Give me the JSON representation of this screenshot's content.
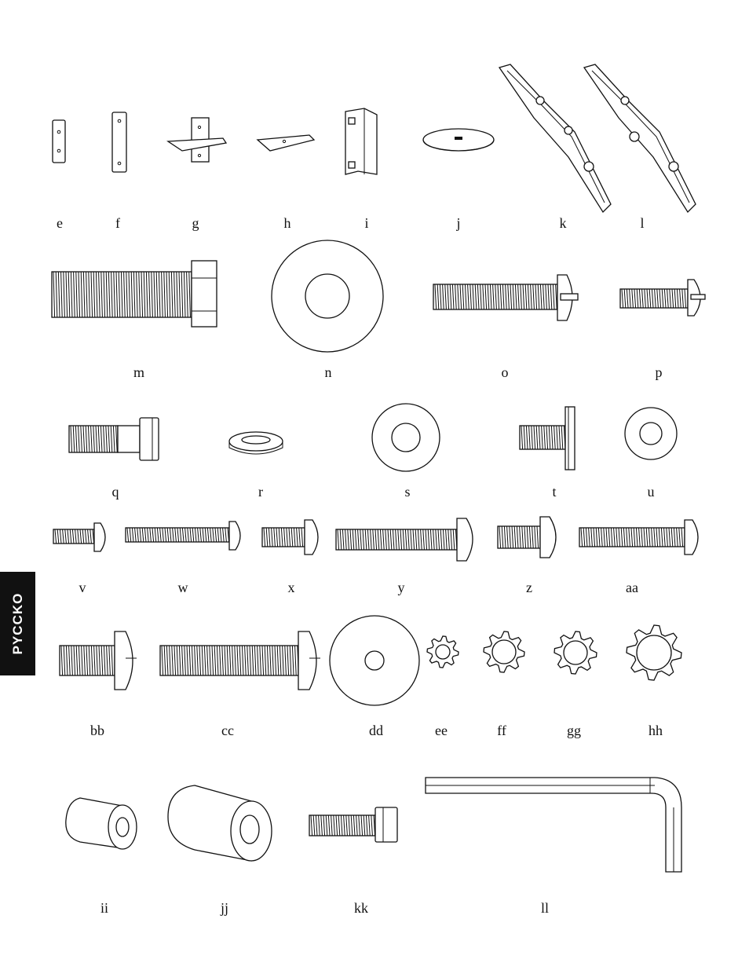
{
  "side_tab": {
    "text": "PYCCKO",
    "color": "#111111"
  },
  "parts": [
    {
      "id": "e",
      "label": "e"
    },
    {
      "id": "f",
      "label": "f"
    },
    {
      "id": "g",
      "label": "g"
    },
    {
      "id": "h",
      "label": "h"
    },
    {
      "id": "i",
      "label": "i"
    },
    {
      "id": "j",
      "label": "j"
    },
    {
      "id": "k",
      "label": "k"
    },
    {
      "id": "l",
      "label": "l"
    },
    {
      "id": "m",
      "label": "m"
    },
    {
      "id": "n",
      "label": "n"
    },
    {
      "id": "o",
      "label": "o"
    },
    {
      "id": "p",
      "label": "p"
    },
    {
      "id": "q",
      "label": "q"
    },
    {
      "id": "r",
      "label": "r"
    },
    {
      "id": "s",
      "label": "s"
    },
    {
      "id": "t",
      "label": "t"
    },
    {
      "id": "u",
      "label": "u"
    },
    {
      "id": "v",
      "label": "v"
    },
    {
      "id": "w",
      "label": "w"
    },
    {
      "id": "x",
      "label": "x"
    },
    {
      "id": "y",
      "label": "y"
    },
    {
      "id": "z",
      "label": "z"
    },
    {
      "id": "aa",
      "label": "aa"
    },
    {
      "id": "bb",
      "label": "bb"
    },
    {
      "id": "cc",
      "label": "cc"
    },
    {
      "id": "dd",
      "label": "dd"
    },
    {
      "id": "ee",
      "label": "ee"
    },
    {
      "id": "ff",
      "label": "ff"
    },
    {
      "id": "gg",
      "label": "gg"
    },
    {
      "id": "hh",
      "label": "hh"
    },
    {
      "id": "ii",
      "label": "ii"
    },
    {
      "id": "jj",
      "label": "jj"
    },
    {
      "id": "kk",
      "label": "kk"
    },
    {
      "id": "ll",
      "label": "ll"
    }
  ]
}
